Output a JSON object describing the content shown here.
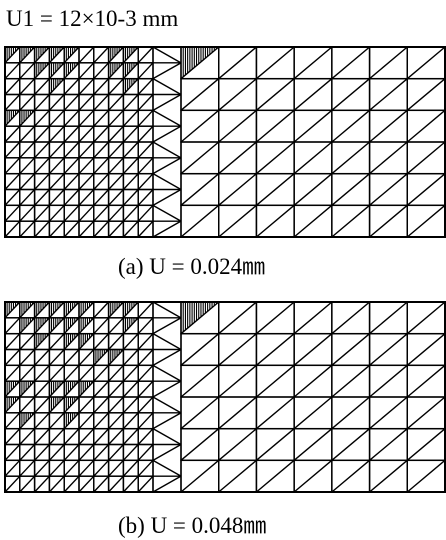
{
  "header": {
    "text": "U1 = 12×10-3 mm"
  },
  "figure_a": {
    "caption": "(a) U = 0.024㎜"
  },
  "figure_b": {
    "caption": "(b) U = 0.048㎜"
  },
  "colors": {
    "line": "#000000",
    "background": "#ffffff"
  }
}
